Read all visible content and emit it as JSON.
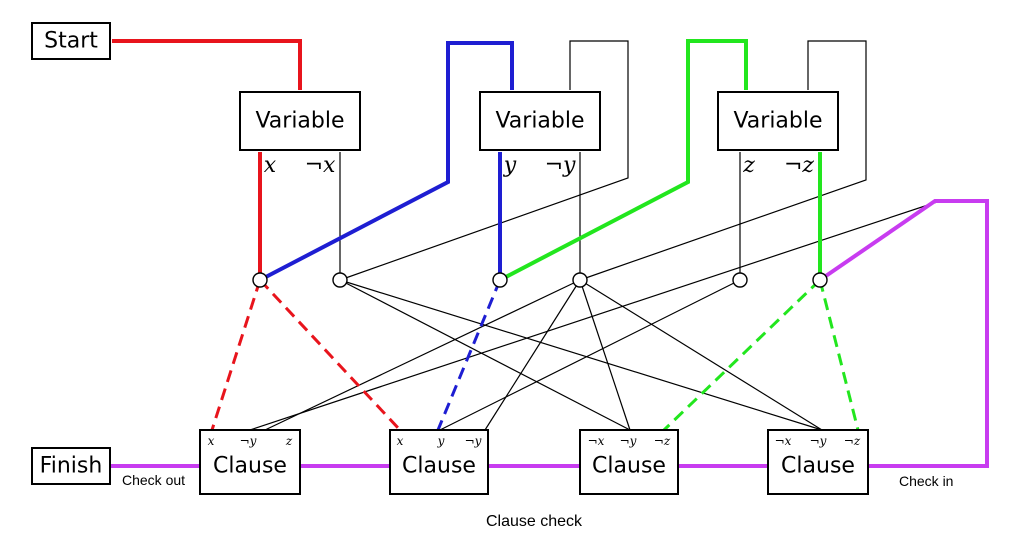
{
  "start_label": "Start",
  "finish_label": "Finish",
  "variables": [
    {
      "label": "Variable",
      "pos": "x",
      "neg": "¬x"
    },
    {
      "label": "Variable",
      "pos": "y",
      "neg": "¬y"
    },
    {
      "label": "Variable",
      "pos": "z",
      "neg": "¬z"
    }
  ],
  "clauses": [
    {
      "label": "Clause",
      "literals": [
        "x",
        "¬y",
        "z"
      ]
    },
    {
      "label": "Clause",
      "literals": [
        "x",
        "y",
        "¬y"
      ]
    },
    {
      "label": "Clause",
      "literals": [
        "¬x",
        "¬y",
        "¬z"
      ]
    },
    {
      "label": "Clause",
      "literals": [
        "¬x",
        "¬y",
        "¬z"
      ]
    }
  ],
  "check_out_label": "Check out",
  "check_in_label": "Check in",
  "caption": "Clause check",
  "colors": {
    "x_path": "#e8141c",
    "y_path": "#1e1ed2",
    "z_path": "#22e61e",
    "clause_path": "#c83cf0",
    "wire": "#000000"
  }
}
